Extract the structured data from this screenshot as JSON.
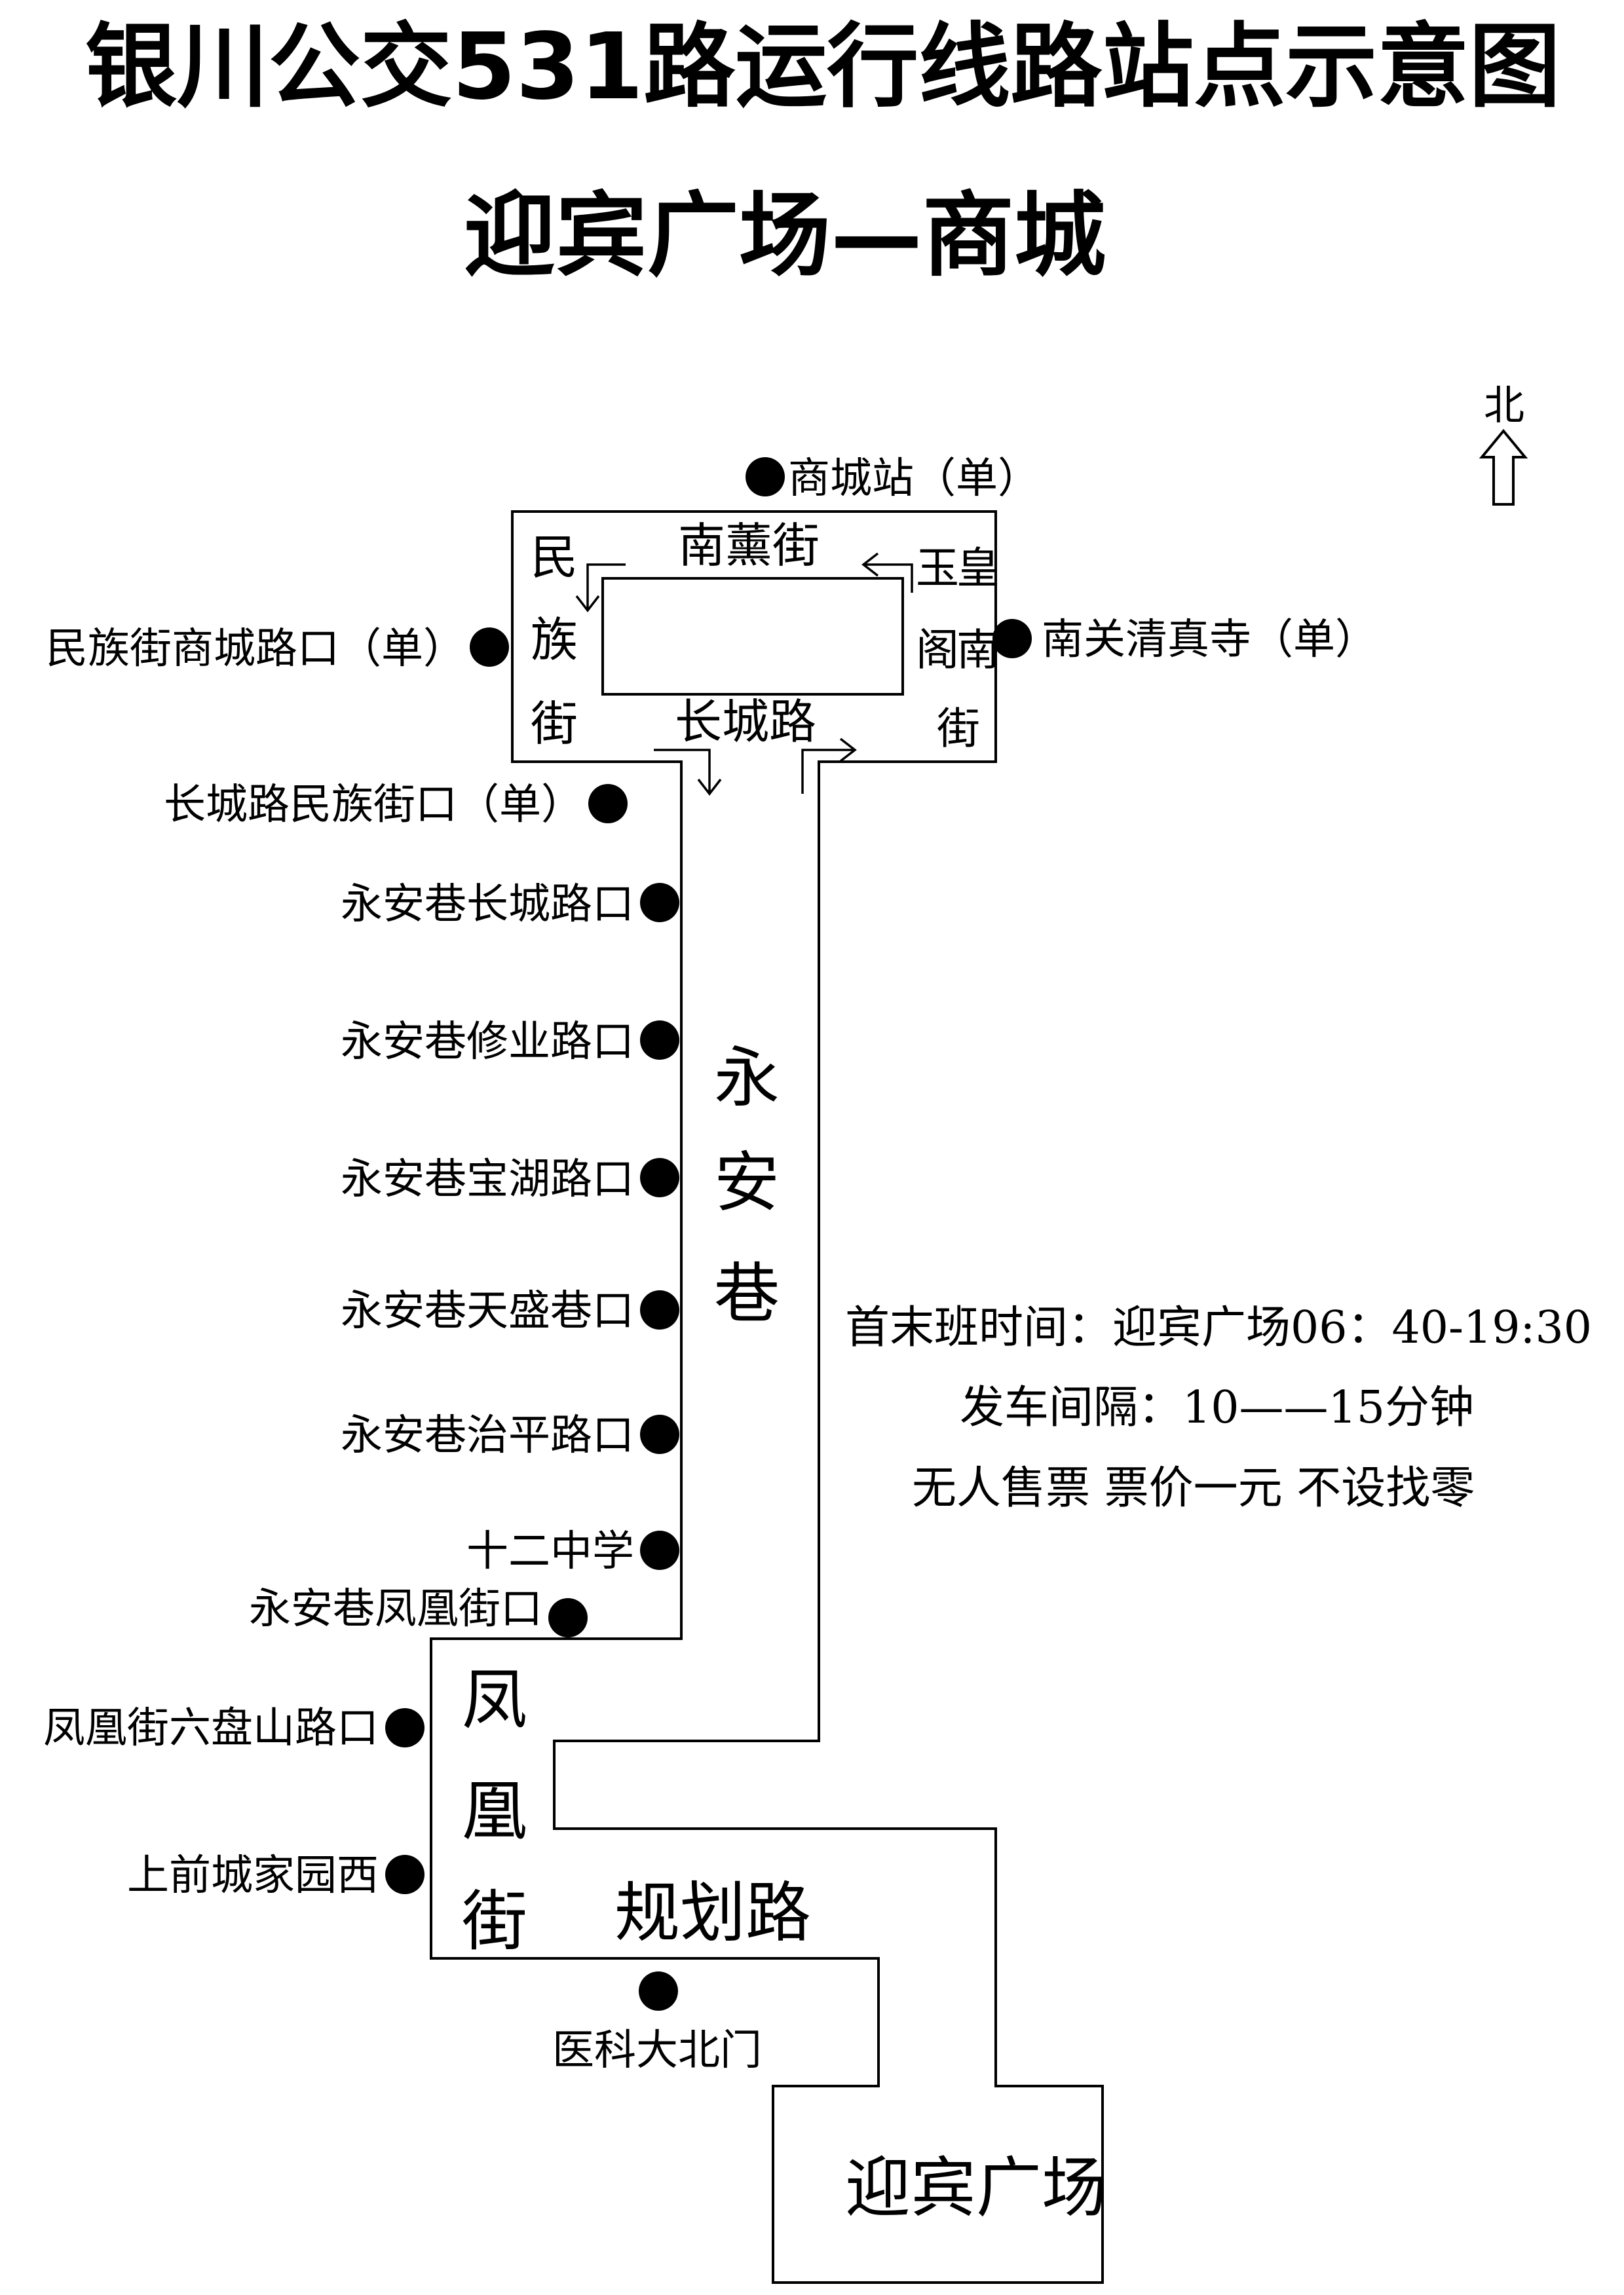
{
  "title": "银川公交531路运行线路站点示意图",
  "subtitle": "迎宾广场—商城",
  "north_label": "北",
  "streets": {
    "nanxun": "南薰街",
    "minzu": [
      "民",
      "族",
      "街"
    ],
    "yuhuang": [
      "玉",
      "皇",
      "阁",
      "南",
      "街"
    ],
    "changcheng": "长城路",
    "yongan": [
      "永",
      "安",
      "巷"
    ],
    "fenghuang": [
      "凤",
      "凰",
      "街"
    ],
    "guihua": "规划路"
  },
  "terminal": "迎宾广场",
  "stops": {
    "shangcheng": "商城站（单）",
    "minzu_shangcheng": "民族街商城路口（单）",
    "nanguan": "南关清真寺（单）",
    "changcheng_minzu": "长城路民族街口（单）",
    "yongan_changcheng": "永安巷长城路口",
    "yongan_xiuye": "永安巷修业路口",
    "yongan_baohu": "永安巷宝湖路口",
    "yongan_tiansheng": "永安巷天盛巷口",
    "yongan_zhiping": "永安巷治平路口",
    "shier_zhongxue": "十二中学",
    "yongan_fenghuang": "永安巷凤凰街口",
    "fenghuang_liupanshan": "凤凰街六盘山路口",
    "shangqian": "上前城家园西",
    "yike": "医科大北门"
  },
  "info": {
    "hours": "首末班时间：迎宾广场06：40-19:30",
    "interval": "发车间隔：10——15分钟",
    "fare": "无人售票 票价一元 不设找零"
  }
}
